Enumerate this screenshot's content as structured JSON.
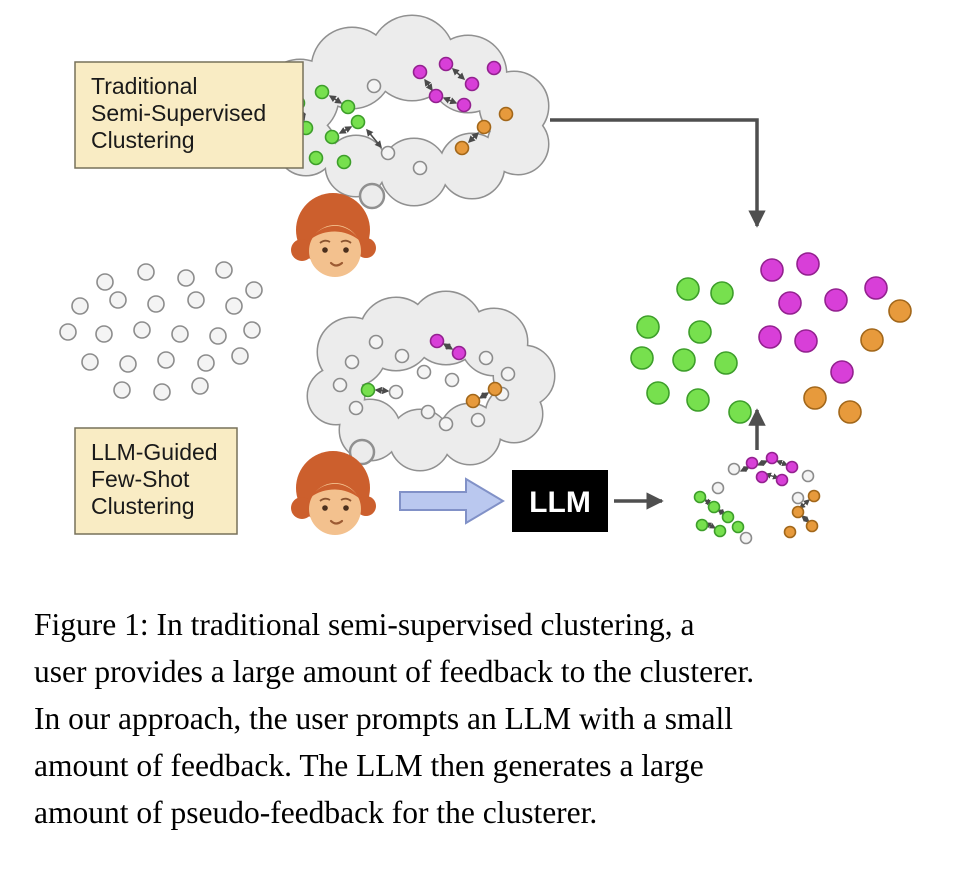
{
  "figure": {
    "traditional_box": {
      "lines": [
        "Traditional",
        "Semi-Supervised",
        "Clustering"
      ]
    },
    "llm_guided_box": {
      "lines": [
        "LLM-Guided",
        "Few-Shot",
        "Clustering"
      ]
    },
    "llm_box_label": "LLM"
  },
  "caption": {
    "lines": [
      "Figure 1: In traditional semi-supervised clustering, a",
      "user provides a large amount of feedback to the clusterer.",
      "In our approach, the user prompts an LLM with a small",
      "amount of feedback. The LLM then generates a large",
      "amount of pseudo-feedback for the clusterer."
    ]
  },
  "colors": {
    "green": "#77e04e",
    "green_stroke": "#3d9e2a",
    "magenta": "#d83fd8",
    "magenta_stroke": "#93218f",
    "orange": "#e79a3c",
    "orange_stroke": "#a2671a",
    "neutral_dot": "#f4f4f4",
    "neutral_stroke": "#8c8c8c",
    "cloud_fill": "#ececec",
    "cloud_stroke": "#909090",
    "label_box_fill": "#f9ecc4",
    "label_box_stroke": "#77715a",
    "arrow": "#4f4f4f",
    "edge": "#4a4a4a",
    "block_arrow_fill": "#bac8ef",
    "block_arrow_stroke": "#8191c7",
    "llm_box_fill": "#000000",
    "llm_box_text": "#ffffff",
    "hair": "#cc5f2d",
    "face": "#f3c18e",
    "face_feature": "#4a2f1d"
  }
}
